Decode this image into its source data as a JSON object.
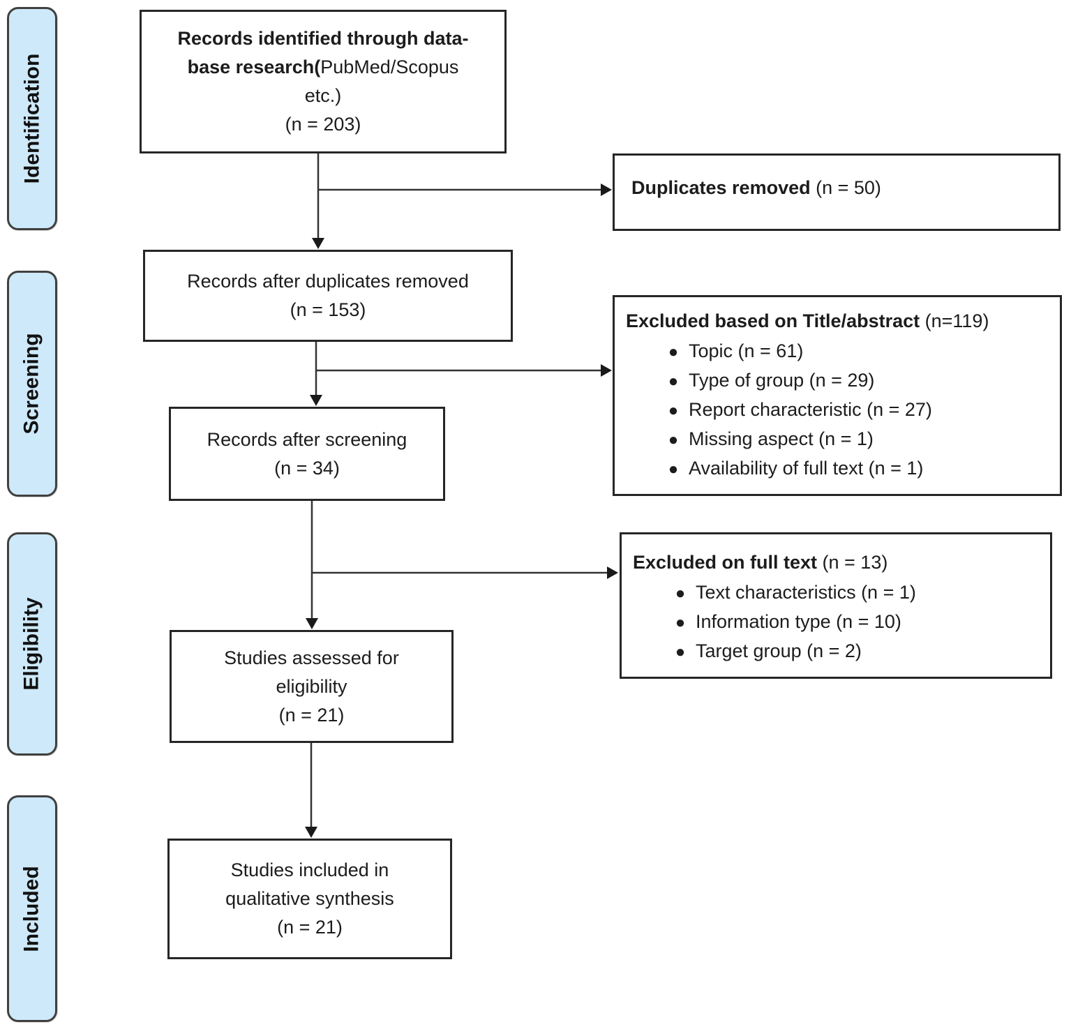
{
  "title": "PRISMA flow diagram",
  "icons": {
    "bullet": "●"
  },
  "colors": {
    "stage_fill": "#cee9f9",
    "stage_border": "#404040",
    "box_border": "#262626",
    "arrow": "#333333",
    "text": "#1c1c1c"
  },
  "sidebar": {
    "stages": [
      {
        "label": "Identification"
      },
      {
        "label": "Screening"
      },
      {
        "label": "Eligibility"
      },
      {
        "label": "Included"
      }
    ]
  },
  "flow": {
    "records_identified": {
      "l1_bold": "Records identified through data-",
      "l2_bold": "base research(",
      "l2_regular": "PubMed/Scopus",
      "l3": "etc.)",
      "count": "(n = 203)"
    },
    "duplicates_removed": {
      "bold_text": "Duplicates removed",
      "count": " (n = 50)"
    },
    "records_after_duplicates": {
      "line1": "Records after duplicates removed",
      "count": "(n = 153)"
    },
    "excluded_title_abstract": {
      "bold_text": "Excluded based on Title/abstract",
      "count": " (n=119)",
      "bullets": [
        "Topic (n = 61)",
        "Type of group (n = 29)",
        "Report characteristic (n = 27)",
        "Missing aspect (n = 1)",
        "Availability of full text (n = 1)"
      ]
    },
    "records_after_screening": {
      "line1": "Records after screening",
      "count": "(n = 34)"
    },
    "excluded_full_text": {
      "bold_text": "Excluded on full text",
      "count": " (n = 13)",
      "bullets": [
        "Text characteristics (n = 1)",
        "Information type (n = 10)",
        "Target group (n = 2)"
      ]
    },
    "studies_assessed": {
      "line1": "Studies assessed for",
      "line2": "eligibility",
      "count": "(n = 21)"
    },
    "studies_included": {
      "line1": "Studies included in",
      "line2": "qualitative synthesis",
      "count": "(n = 21)"
    }
  }
}
